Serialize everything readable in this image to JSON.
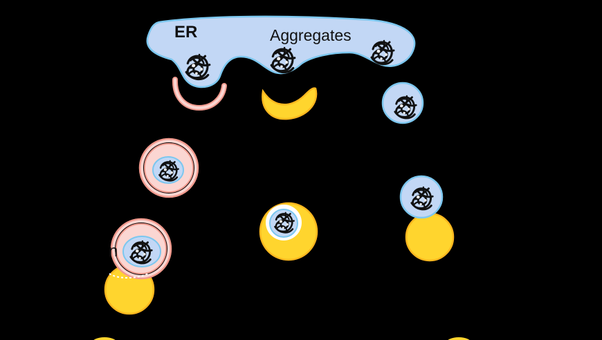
{
  "labels": {
    "er": "ER",
    "aggregates": "Aggregates",
    "partial_left": "n"
  },
  "colors": {
    "background": "#000000",
    "er_fill": "#c2d7f5",
    "er_stroke": "#7cc7ef",
    "lysosome_fill": "#ffd52e",
    "lysosome_stroke": "#ffb81f",
    "phagophore_fill": "#fbd6d2",
    "phagophore_stroke": "#f19a8e",
    "aggregate": "#111111"
  },
  "icons": [
    "protein-aggregate-icon"
  ]
}
